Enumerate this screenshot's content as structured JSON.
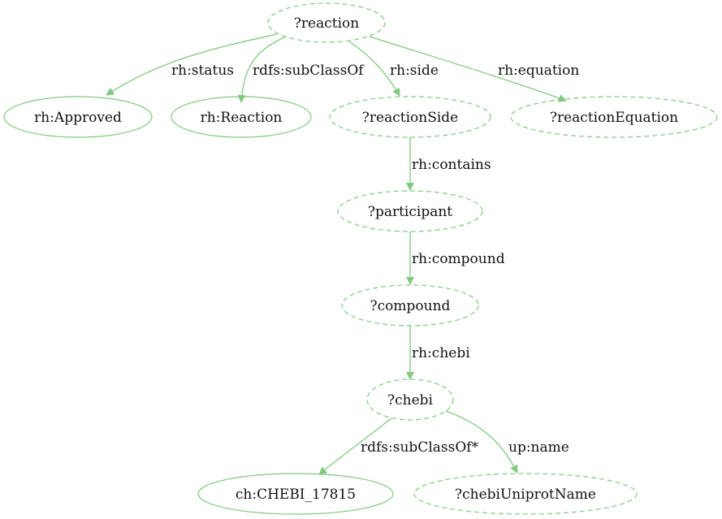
{
  "colors": {
    "stroke": "#80c97f",
    "text": "#111111",
    "background": "#ffffff"
  },
  "nodes": {
    "reaction": {
      "label": "?reaction",
      "style": "dashed"
    },
    "approved": {
      "label": "rh:Approved",
      "style": "solid"
    },
    "reaction_class": {
      "label": "rh:Reaction",
      "style": "solid"
    },
    "reaction_side": {
      "label": "?reactionSide",
      "style": "dashed"
    },
    "reaction_equation": {
      "label": "?reactionEquation",
      "style": "dashed"
    },
    "participant": {
      "label": "?participant",
      "style": "dashed"
    },
    "compound": {
      "label": "?compound",
      "style": "dashed"
    },
    "chebi": {
      "label": "?chebi",
      "style": "dashed"
    },
    "chebi_17815": {
      "label": "ch:CHEBI_17815",
      "style": "solid"
    },
    "chebi_uniprot_name": {
      "label": "?chebiUniprotName",
      "style": "dashed"
    }
  },
  "edges": {
    "status": {
      "from": "reaction",
      "to": "approved",
      "label": "rh:status"
    },
    "subclassof": {
      "from": "reaction",
      "to": "reaction_class",
      "label": "rdfs:subClassOf"
    },
    "side": {
      "from": "reaction",
      "to": "reaction_side",
      "label": "rh:side"
    },
    "equation": {
      "from": "reaction",
      "to": "reaction_equation",
      "label": "rh:equation"
    },
    "contains": {
      "from": "reaction_side",
      "to": "participant",
      "label": "rh:contains"
    },
    "compound": {
      "from": "participant",
      "to": "compound",
      "label": "rh:compound"
    },
    "chebi": {
      "from": "compound",
      "to": "chebi",
      "label": "rh:chebi"
    },
    "subclassof_star": {
      "from": "chebi",
      "to": "chebi_17815",
      "label": "rdfs:subClassOf*"
    },
    "name": {
      "from": "chebi",
      "to": "chebi_uniprot_name",
      "label": "up:name"
    }
  }
}
